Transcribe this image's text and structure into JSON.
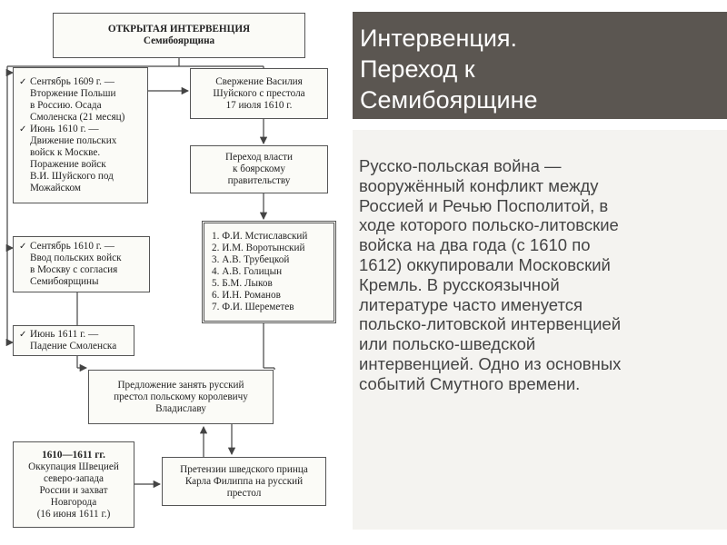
{
  "title": {
    "lines": [
      "Интервенция.",
      "Переход к",
      "Семибоярщине"
    ]
  },
  "body": {
    "lines": [
      "Русско-польская война —",
      "вооружённый конфликт между",
      "Россией и Речью Посполитой, в",
      "ходе которого польско-литовские",
      "войска на два года (с 1610 по",
      "1612) оккупировали Московский",
      "Кремль. В русскоязычной",
      "литературе часто именуется",
      "польско-литовской интервенцией",
      "или польско-шведской",
      "интервенцией. Одно из основных",
      "событий Смутного времени."
    ]
  },
  "diagram": {
    "header": [
      "ОТКРЫТАЯ ИНТЕРВЕНЦИЯ",
      "Семибоярщина"
    ],
    "invasion": {
      "item1": [
        "Сентябрь 1609 г. —",
        "Вторжение Польши",
        "в Россию. Осада",
        "Смоленска (21 месяц)"
      ],
      "item2": [
        "Июнь 1610 г. —",
        "Движение польских",
        "войск к Москве.",
        "Поражение войск",
        "В.И. Шуйского под",
        "Можайском"
      ]
    },
    "overthrow": [
      "Свержение Василия",
      "Шуйского с престола",
      "17 июля 1610 г."
    ],
    "power_transfer": [
      "Переход власти",
      "к боярскому",
      "правительству"
    ],
    "entry": [
      "Сентябрь 1610 г. —",
      "Ввод польских войск",
      "в Москву с согласия",
      "Семибоярщины"
    ],
    "boyars": [
      "1. Ф.И. Мстиславский",
      "2. И.М. Воротынский",
      "3. А.В. Трубецкой",
      "4. А.В. Голицын",
      "5. Б.М. Лыков",
      "6. И.Н. Романов",
      "7. Ф.И. Шереметев"
    ],
    "smolensk": [
      "Июнь 1611 г. —",
      "Падение Смоленска"
    ],
    "offer": [
      "Предложение занять русский",
      "престол польскому королевичу",
      "Владиславу"
    ],
    "swedish": [
      "1610—1611 гг.",
      "Оккупация Швецией",
      "северо-запада",
      "России и захват",
      "Новгорода",
      "(16 июня 1611 г.)"
    ],
    "claims": [
      "Претензии шведского принца",
      "Карла Филиппа на русский",
      "престол"
    ],
    "bullet_icon": "checkmark-icon"
  },
  "colors": {
    "title_bar": "#5b5651",
    "text_panel": "#f4f3f0",
    "body_text": "#444444",
    "box_border": "#555555"
  }
}
